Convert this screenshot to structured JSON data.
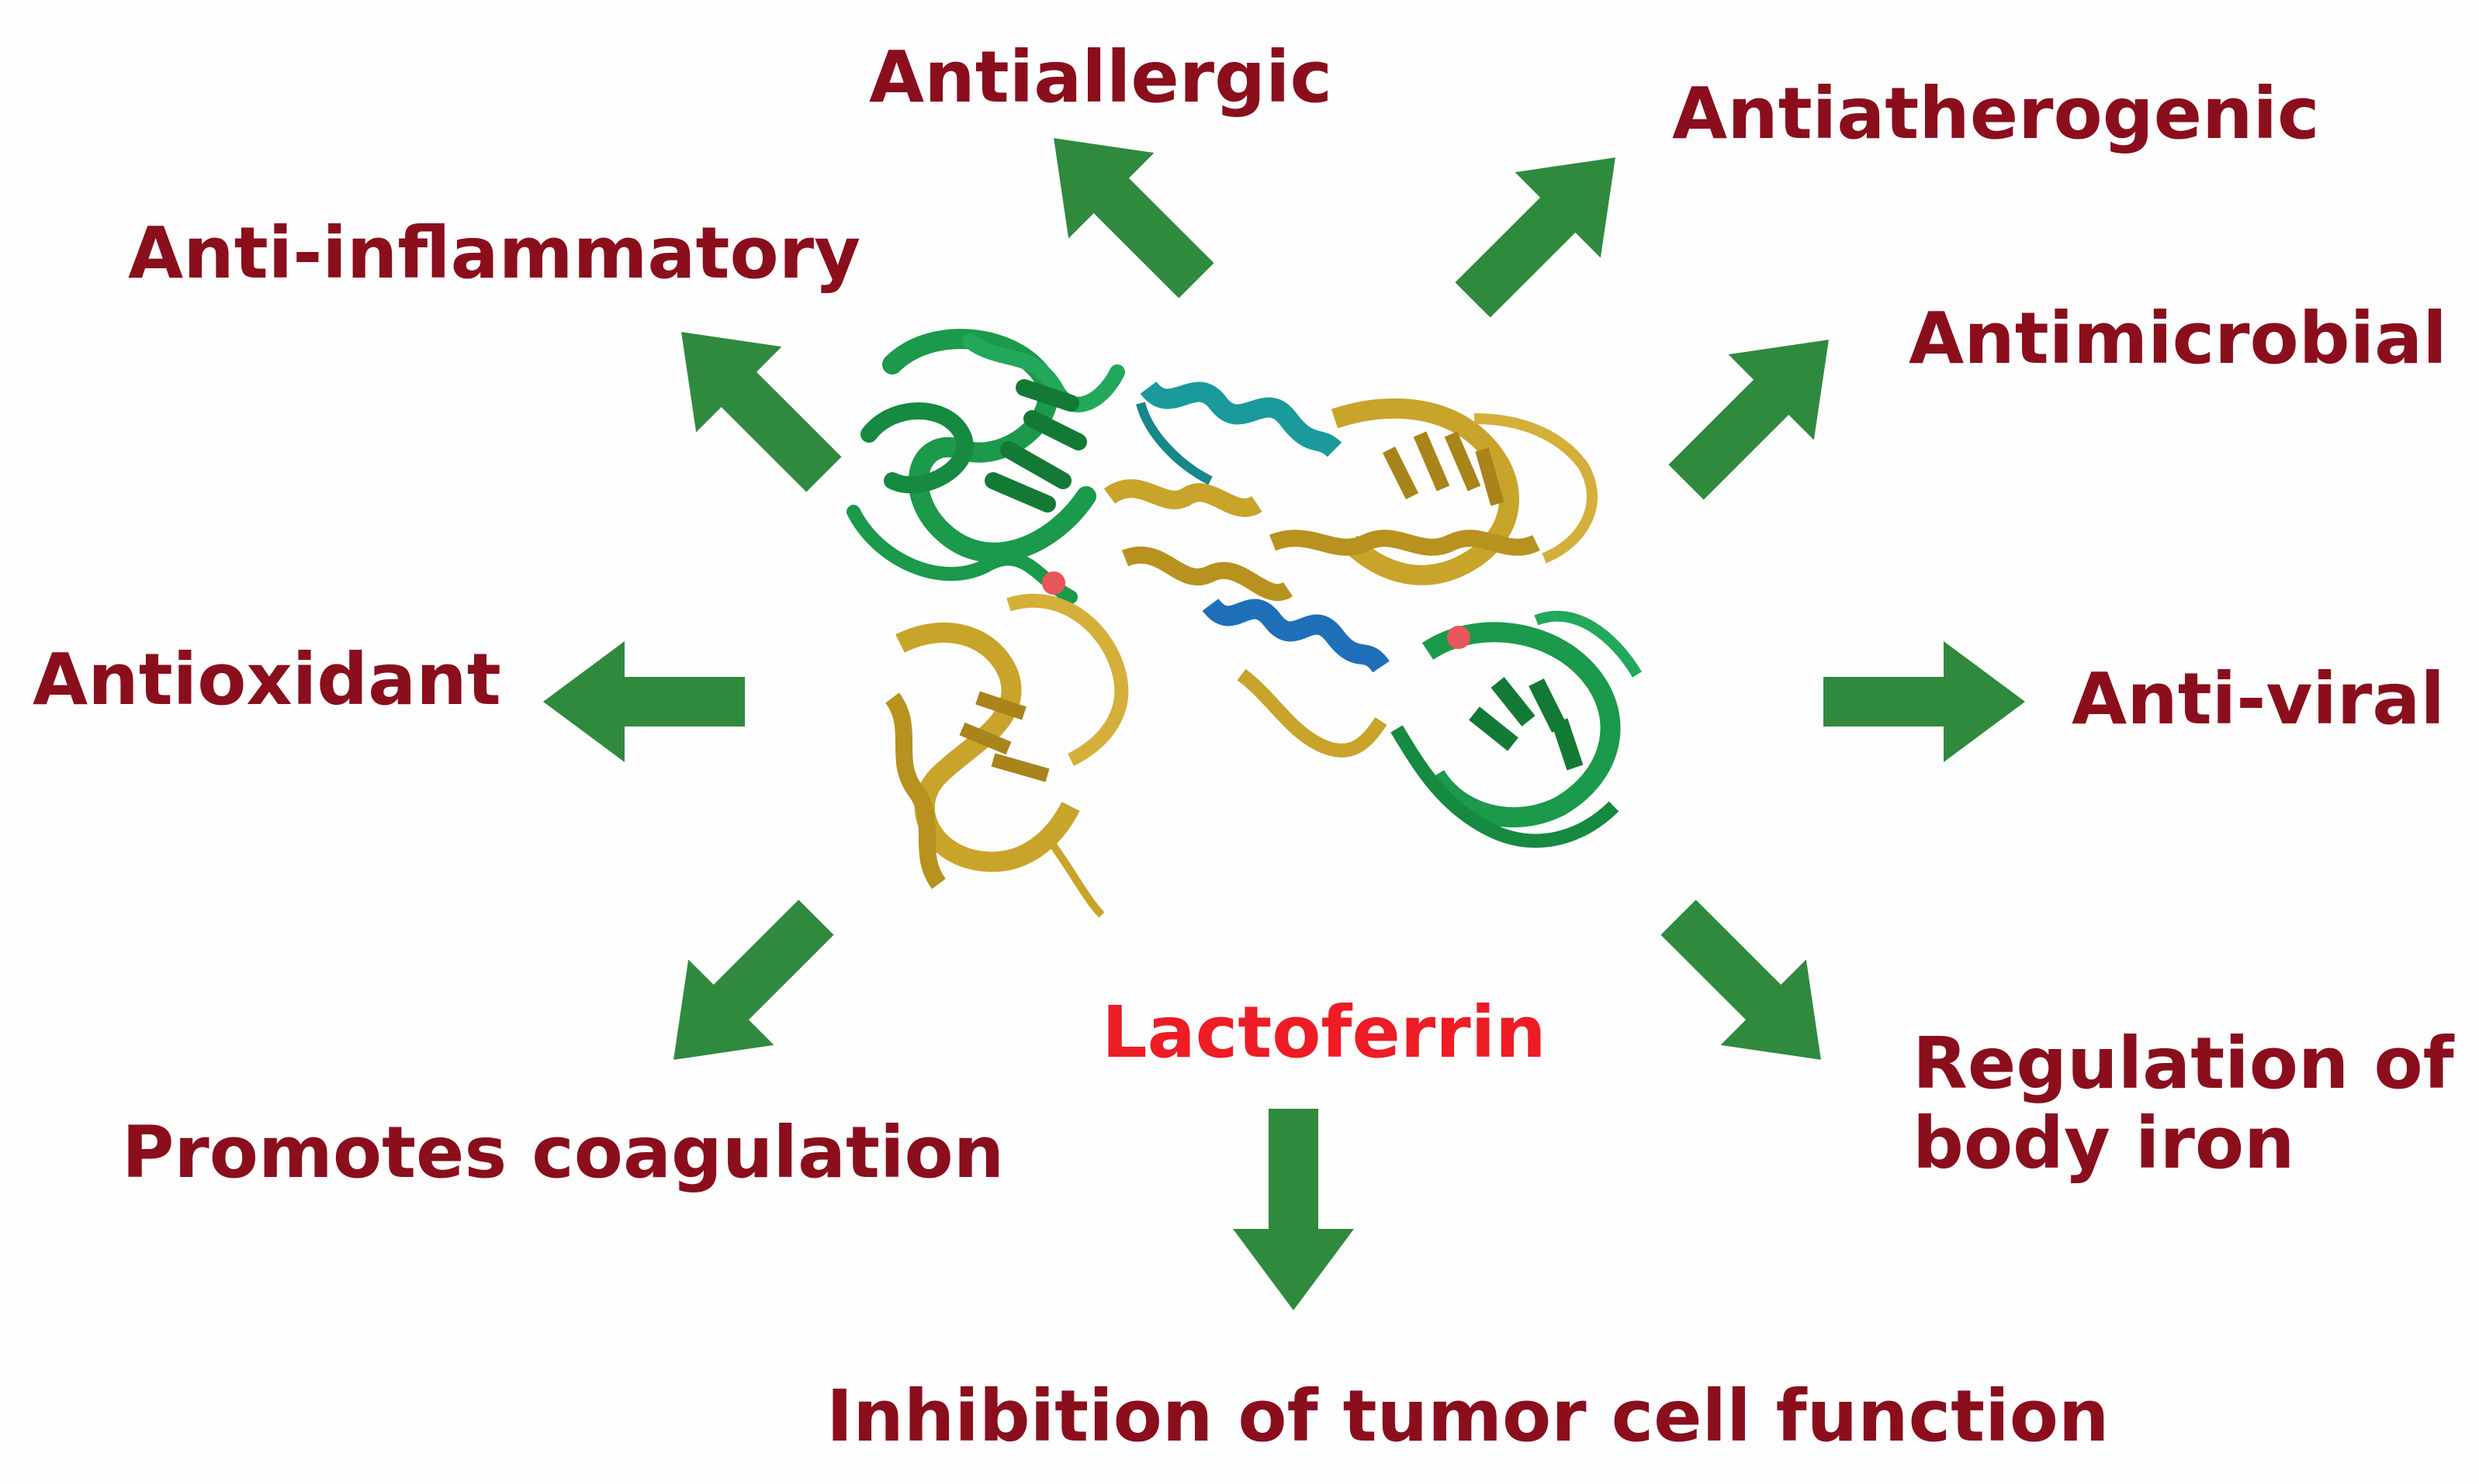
{
  "center": {
    "label": "Lactoferrin"
  },
  "functions": {
    "antiallergic": "Antiallergic",
    "antiatherogenic": "Antiatherogenic",
    "anti_inflammatory": "Anti-inflammatory",
    "antimicrobial": "Antimicrobial",
    "antioxidant": "Antioxidant",
    "anti_viral": "Anti-viral",
    "promotes_coagulation": "Promotes coagulation",
    "regulation_line1": "Regulation of",
    "regulation_line2": "body iron",
    "inhibition_tumor": "Inhibition of tumor cell function"
  },
  "colors": {
    "label_text": "#8b0e1c",
    "center_label_text": "#ee1c24",
    "arrow": "#2f8a3e",
    "helix_gold": "#c8a42a",
    "domain_green": "#1a9a4a",
    "helix_blue": "#1f6fb8",
    "helix_teal": "#1a9a9a",
    "iron_ion": "#e8555a"
  },
  "icons": {
    "arrow": "thick-green-arrow-icon",
    "protein": "lactoferrin-ribbon-structure"
  }
}
